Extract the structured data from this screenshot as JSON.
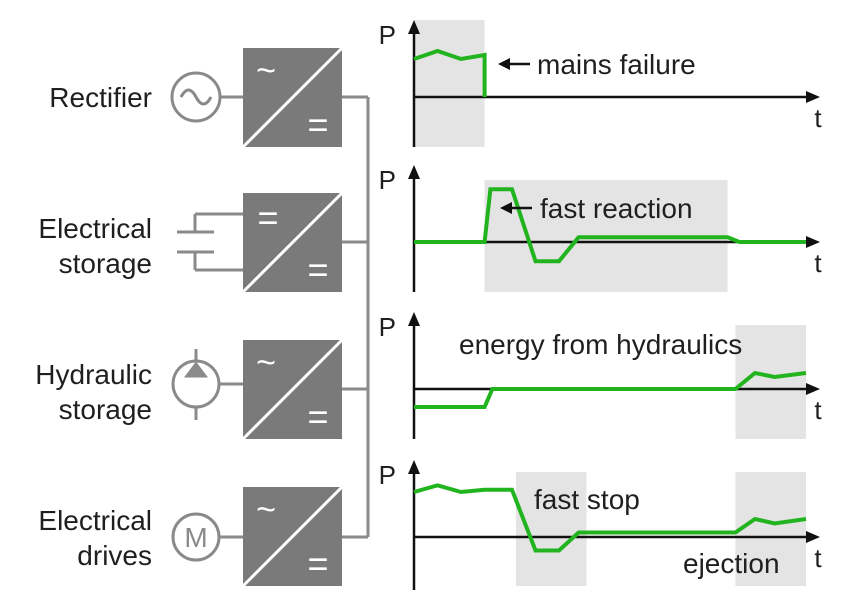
{
  "colors": {
    "signal": "#22b41f",
    "converter_fill": "#7a7a7a",
    "gray_line": "#8a8a8a",
    "highlight_region": "#e4e4e4",
    "axis": "#111111",
    "text": "#1f1f1f"
  },
  "rows": [
    {
      "id": "rectifier",
      "label_lines": [
        "Rectifier"
      ],
      "source_icon": "ac-source-icon",
      "converter": {
        "top_symbol": "~",
        "bottom_symbol": "="
      },
      "plot": {
        "y_label": "P",
        "x_label": "t",
        "annotations": [
          "mains failure"
        ],
        "highlight_regions": [
          [
            0.0,
            0.18
          ]
        ],
        "signal": [
          [
            0.0,
            0.95
          ],
          [
            0.06,
            1.15
          ],
          [
            0.12,
            0.95
          ],
          [
            0.18,
            1.05
          ],
          [
            0.18,
            0.0
          ]
        ]
      }
    },
    {
      "id": "electrical-storage",
      "label_lines": [
        "Electrical",
        "storage"
      ],
      "source_icon": "capacitor-icon",
      "converter": {
        "top_symbol": "=",
        "bottom_symbol": "="
      },
      "plot": {
        "y_label": "P",
        "x_label": "t",
        "annotations": [
          "fast reaction"
        ],
        "highlight_regions": [
          [
            0.18,
            0.8
          ]
        ],
        "signal": [
          [
            0.0,
            0.0
          ],
          [
            0.18,
            0.0
          ],
          [
            0.195,
            1.1
          ],
          [
            0.25,
            1.1
          ],
          [
            0.31,
            -0.4
          ],
          [
            0.37,
            -0.4
          ],
          [
            0.42,
            0.1
          ],
          [
            0.8,
            0.1
          ],
          [
            0.83,
            0.0
          ],
          [
            1.0,
            0.0
          ]
        ]
      }
    },
    {
      "id": "hydraulic-storage",
      "label_lines": [
        "Hydraulic",
        "storage"
      ],
      "source_icon": "hydraulic-pump-icon",
      "converter": {
        "top_symbol": "~",
        "bottom_symbol": "="
      },
      "plot": {
        "y_label": "P",
        "x_label": "t",
        "annotations": [
          "energy from hydraulics"
        ],
        "highlight_regions": [
          [
            0.82,
            1.0
          ]
        ],
        "signal": [
          [
            0.0,
            -0.45
          ],
          [
            0.18,
            -0.45
          ],
          [
            0.2,
            0.0
          ],
          [
            0.82,
            0.0
          ],
          [
            0.87,
            0.4
          ],
          [
            0.92,
            0.3
          ],
          [
            1.0,
            0.4
          ]
        ]
      }
    },
    {
      "id": "electrical-drives",
      "label_lines": [
        "Electrical",
        "drives"
      ],
      "source_icon": "motor-icon",
      "motor_letter": "M",
      "converter": {
        "top_symbol": "~",
        "bottom_symbol": "="
      },
      "plot": {
        "y_label": "P",
        "x_label": "t",
        "annotations": [
          "fast stop",
          "ejection"
        ],
        "highlight_regions": [
          [
            0.26,
            0.44
          ],
          [
            0.82,
            1.0
          ]
        ],
        "signal": [
          [
            0.0,
            1.0
          ],
          [
            0.06,
            1.15
          ],
          [
            0.12,
            1.0
          ],
          [
            0.18,
            1.05
          ],
          [
            0.25,
            1.05
          ],
          [
            0.31,
            -0.3
          ],
          [
            0.37,
            -0.3
          ],
          [
            0.42,
            0.1
          ],
          [
            0.82,
            0.1
          ],
          [
            0.87,
            0.4
          ],
          [
            0.92,
            0.3
          ],
          [
            1.0,
            0.4
          ]
        ]
      }
    }
  ]
}
